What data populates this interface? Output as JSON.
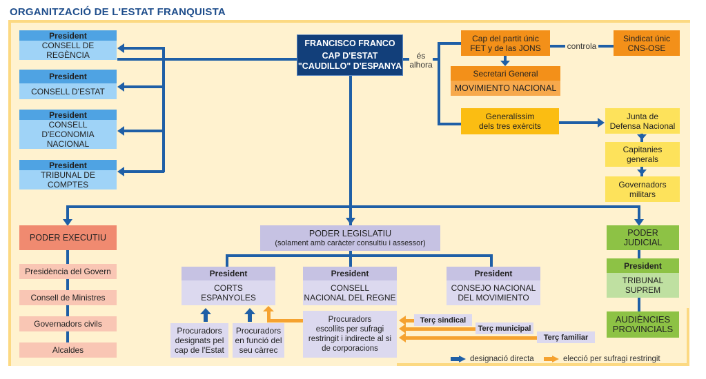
{
  "title": "ORGANITZACIÓ DE L'ESTAT FRANQUISTA",
  "colors": {
    "designation_arrow": "#1f5fa6",
    "election_arrow": "#f5a230",
    "panel_bg": "#fff2cf",
    "title": "#1f4e8c"
  },
  "councils": [
    {
      "head": "President",
      "name": "CONSELL DE REGÈNCIA"
    },
    {
      "head": "President",
      "name": "CONSELL D'ESTAT"
    },
    {
      "head": "President",
      "name": "CONSELL D'ECONOMIA NACIONAL"
    },
    {
      "head": "President",
      "name": "TRIBUNAL DE COMPTES"
    }
  ],
  "franco": {
    "line1": "FRANCISCO FRANCO",
    "line2": "CAP D'ESTAT",
    "line3": "\"CAUDILLO\" D'ESPANYA"
  },
  "es_alhora": {
    "line1": "és",
    "line2": "alhora"
  },
  "party": {
    "line1": "Cap del partit únic",
    "line2": "FET y de las JONS"
  },
  "controla": "controla",
  "union": {
    "line1": "Sindicat únic",
    "line2": "CNS-OSE"
  },
  "movement": {
    "head": "Secretari General",
    "name": "MOVIMIENTO NACIONAL"
  },
  "generalissim": {
    "line1": "Generalíssim",
    "line2": "dels tres exèrcits"
  },
  "military": [
    {
      "line1": "Junta de",
      "line2": "Defensa Nacional"
    },
    {
      "line1": "Capitanies",
      "line2": "generals"
    },
    {
      "line1": "Governadors",
      "line2": "militars"
    }
  ],
  "executive": {
    "title": "PODER EXECUTIU",
    "items": [
      "Presidència del Govern",
      "Consell de Ministres",
      "Governadors civils",
      "Alcaldes"
    ]
  },
  "legislative": {
    "title": "PODER LEGISLATIU",
    "subtitle": "(solament amb caràcter consultiu i assessor)",
    "bodies": [
      {
        "head": "President",
        "line1": "CORTS",
        "line2": "ESPANYOLES"
      },
      {
        "head": "President",
        "line1": "CONSELL",
        "line2": "NACIONAL DEL REGNE"
      },
      {
        "head": "President",
        "line1": "CONSEJO NACIONAL",
        "line2": "DEL MOVIMIENTO"
      }
    ],
    "procuradors": [
      {
        "l1": "Procuradors",
        "l2": "designats pel",
        "l3": "cap de l'Estat"
      },
      {
        "l1": "Procuradors",
        "l2": "en funció del",
        "l3": "seu càrrec"
      },
      {
        "l1": "Procuradors",
        "l2": "escollits per sufragi",
        "l3": "restringit i indirecte al si",
        "l4": "de corporacions"
      }
    ],
    "tercos": [
      "Terç sindical",
      "Terç municipal",
      "Terç familiar"
    ]
  },
  "judicial": {
    "title_l1": "PODER",
    "title_l2": "JUDICIAL",
    "head": "President",
    "court_l1": "TRIBUNAL",
    "court_l2": "SUPREM",
    "lower_l1": "AUDIÈNCIES",
    "lower_l2": "PROVINCIALS"
  },
  "legend": {
    "designation": "designació directa",
    "election": "elecció per sufragi restringit"
  }
}
